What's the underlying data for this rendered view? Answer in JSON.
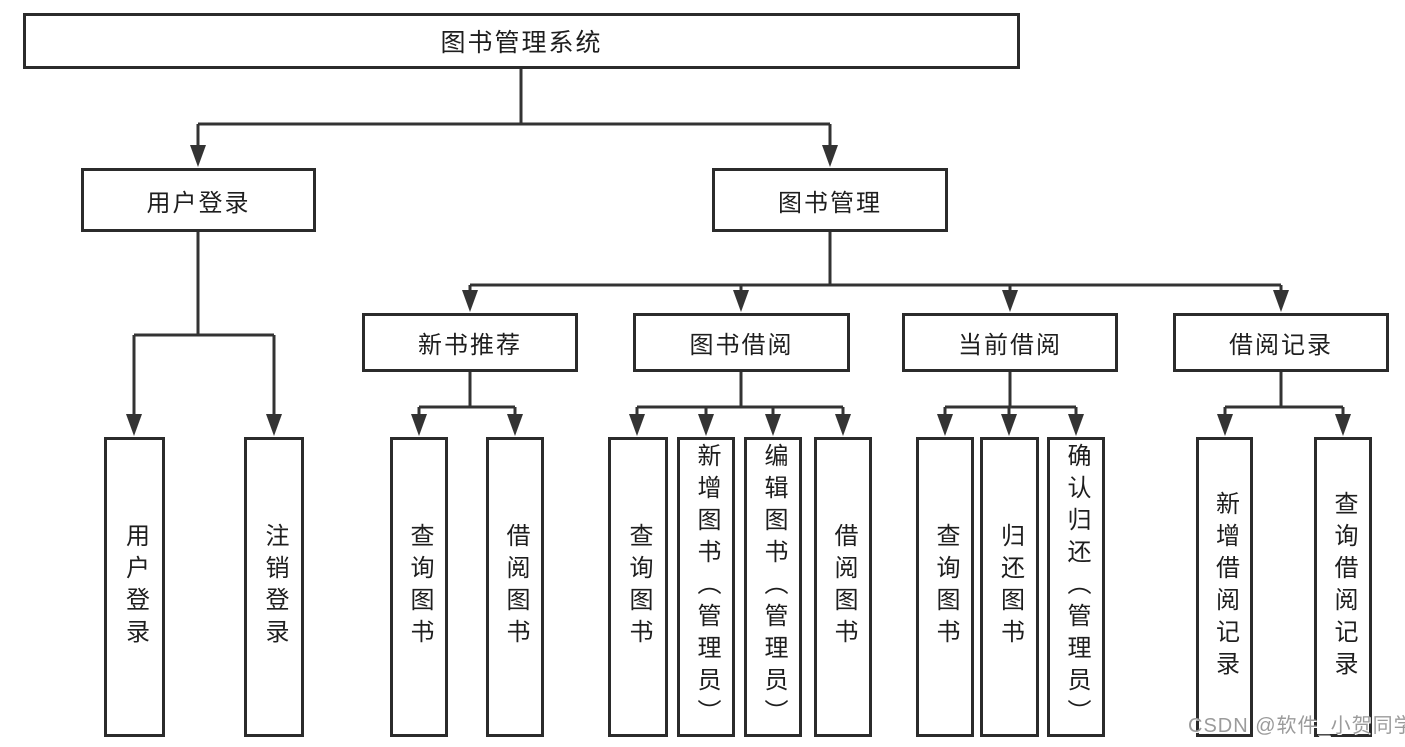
{
  "diagram": {
    "tree": {
      "label": "图书管理系统",
      "children": [
        {
          "label": "用户登录",
          "children": [
            {
              "label": "用户登录"
            },
            {
              "label": "注销登录"
            }
          ]
        },
        {
          "label": "图书管理",
          "children": [
            {
              "label": "新书推荐",
              "children": [
                {
                  "label": "查询图书"
                },
                {
                  "label": "借阅图书"
                }
              ]
            },
            {
              "label": "图书借阅",
              "children": [
                {
                  "label": "查询图书"
                },
                {
                  "label": "新增图书（管理员）"
                },
                {
                  "label": "编辑图书（管理员）"
                },
                {
                  "label": "借阅图书"
                }
              ]
            },
            {
              "label": "当前借阅",
              "children": [
                {
                  "label": "查询图书"
                },
                {
                  "label": "归还图书"
                },
                {
                  "label": "确认归还（管理员）"
                }
              ]
            },
            {
              "label": "借阅记录",
              "children": [
                {
                  "label": "新增借阅记录"
                },
                {
                  "label": "查询借阅记录"
                }
              ]
            }
          ]
        }
      ]
    },
    "colors": {
      "line": "#333333",
      "box_border": "#2b2b2b",
      "box_fill": "#ffffff",
      "text": "#1e1e1e",
      "watermark_text": "#9b9b9b",
      "background": "#ffffff"
    }
  },
  "watermark": {
    "text": "CSDN @软件_小贺同学"
  }
}
